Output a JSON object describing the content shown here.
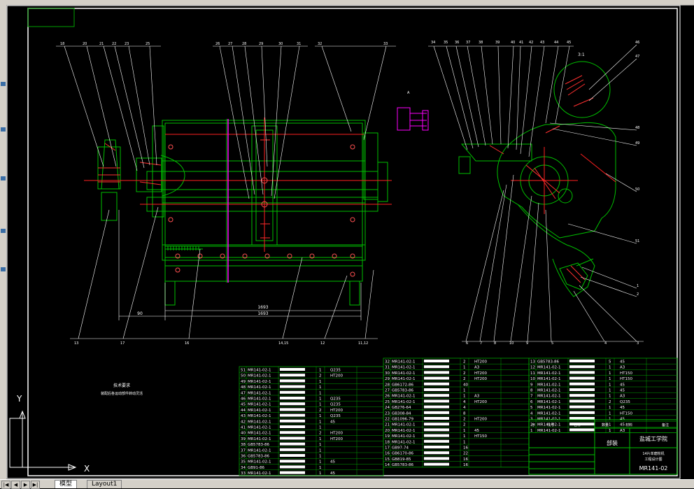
{
  "window": {
    "title": ""
  },
  "colors": {
    "background": "#000000",
    "frame": "#ffffff",
    "geometry": "#00c000",
    "centerline": "#ff2020",
    "section": "#ff00ff",
    "dimension": "#00ffff",
    "table_line": "#00a000",
    "text": "#ffffff"
  },
  "tech_requirements": {
    "title": "技术要求",
    "body": "装配后各运动部件转动灵活"
  },
  "dimensions": {
    "overall_length": "1693",
    "inner_length": "1693",
    "offset": "90"
  },
  "view_label": {
    "section": "A"
  },
  "section_mark": "3:1",
  "balloons_top_left": [
    "18",
    "20",
    "21",
    "22",
    "23",
    "25"
  ],
  "balloons_top_mid": [
    "26",
    "27",
    "28",
    "29",
    "30",
    "31",
    "32",
    "33"
  ],
  "balloons_bottom_left": [
    "13",
    "17",
    "16",
    "14,15",
    "12",
    "11,12"
  ],
  "balloons_right_top": [
    "34",
    "35",
    "36",
    "37",
    "38",
    "39",
    "40",
    "41",
    "42",
    "43",
    "44",
    "45"
  ],
  "balloons_right_side": [
    "46",
    "47",
    "48",
    "49",
    "50",
    "51",
    "1",
    "2",
    "3",
    "4",
    "5"
  ],
  "balloons_right_bottom": [
    "6",
    "7",
    "8",
    "10",
    "9"
  ],
  "title_block": {
    "school": "盐城工学院",
    "drawing_type": "部装",
    "part_title": "14片单磨粉机",
    "part_subtitle": "工程设计图",
    "drawing_no": "MR141-02"
  },
  "bom_header": {
    "col_no": "序",
    "col_code": "代号",
    "col_name": "名称",
    "col_qty": "数量",
    "col_material": "材料",
    "col_remark": "备注"
  },
  "bom_col_a": [
    {
      "no": "51",
      "code": "MR141-02-1",
      "qty": "1",
      "mat": "Q235",
      "rm": ""
    },
    {
      "no": "50",
      "code": "MR141-02-1",
      "qty": "2",
      "mat": "HT200",
      "rm": ""
    },
    {
      "no": "49",
      "code": "MR141-02-1",
      "qty": "1",
      "mat": "",
      "rm": ""
    },
    {
      "no": "48",
      "code": "MR141-02-1",
      "qty": "1",
      "mat": "",
      "rm": ""
    },
    {
      "no": "47",
      "code": "MR141-02-1",
      "qty": "1",
      "mat": "",
      "rm": ""
    },
    {
      "no": "46",
      "code": "MR141-02-1",
      "qty": "1",
      "mat": "Q235",
      "rm": ""
    },
    {
      "no": "45",
      "code": "MR141-02-1",
      "qty": "1",
      "mat": "Q235",
      "rm": ""
    },
    {
      "no": "44",
      "code": "MR141-02-1",
      "qty": "2",
      "mat": "HT200",
      "rm": ""
    },
    {
      "no": "43",
      "code": "MR141-02-1",
      "qty": "1",
      "mat": "Q235",
      "rm": ""
    },
    {
      "no": "42",
      "code": "MR141-02-1",
      "qty": "1",
      "mat": "45",
      "rm": ""
    },
    {
      "no": "41",
      "code": "MR141-02-1",
      "qty": "1",
      "mat": "",
      "rm": ""
    },
    {
      "no": "40",
      "code": "MR141-02-1",
      "qty": "2",
      "mat": "HT200",
      "rm": ""
    },
    {
      "no": "39",
      "code": "MR141-02-1",
      "qty": "1",
      "mat": "HT200",
      "rm": ""
    },
    {
      "no": "38",
      "code": "GB5783-86",
      "qty": "1",
      "mat": "",
      "rm": ""
    },
    {
      "no": "37",
      "code": "MR141-02-1",
      "qty": "1",
      "mat": "",
      "rm": ""
    },
    {
      "no": "36",
      "code": "GB5783-86",
      "qty": "1",
      "mat": "",
      "rm": ""
    },
    {
      "no": "35",
      "code": "MR141-02-1",
      "qty": "1",
      "mat": "45",
      "rm": ""
    },
    {
      "no": "34",
      "code": "GB91-86",
      "qty": "1",
      "mat": "",
      "rm": ""
    },
    {
      "no": "33",
      "code": "MR141-02-1",
      "qty": "1",
      "mat": "45",
      "rm": ""
    }
  ],
  "bom_col_b": [
    {
      "no": "32",
      "code": "MR141-02-1",
      "qty": "2",
      "mat": "HT200"
    },
    {
      "no": "31",
      "code": "MR141-02-1",
      "qty": "1",
      "mat": "A3"
    },
    {
      "no": "30",
      "code": "MR141-02-1",
      "qty": "2",
      "mat": "HT200"
    },
    {
      "no": "29",
      "code": "MR141-02-1",
      "qty": "2",
      "mat": "HT200"
    },
    {
      "no": "28",
      "code": "GB6172-86",
      "qty": "40",
      "mat": ""
    },
    {
      "no": "27",
      "code": "GB5783-86",
      "qty": "1",
      "mat": ""
    },
    {
      "no": "26",
      "code": "MR141-02-1",
      "qty": "1",
      "mat": "A3"
    },
    {
      "no": "25",
      "code": "MR141-02-1",
      "qty": "4",
      "mat": "HT200"
    },
    {
      "no": "24",
      "code": "GB276-64",
      "qty": "4",
      "mat": ""
    },
    {
      "no": "23",
      "code": "GB308-84",
      "qty": "8",
      "mat": ""
    },
    {
      "no": "22",
      "code": "GB1096-79",
      "qty": "2",
      "mat": "HT200"
    },
    {
      "no": "21",
      "code": "MR141-02-1",
      "qty": "2",
      "mat": ""
    },
    {
      "no": "20",
      "code": "MR141-02-1",
      "qty": "1",
      "mat": "45"
    },
    {
      "no": "19",
      "code": "MR141-02-1",
      "qty": "1",
      "mat": "HT150"
    },
    {
      "no": "18",
      "code": "MR141-02-1",
      "qty": "1",
      "mat": ""
    },
    {
      "no": "17",
      "code": "GB97-74",
      "qty": "16",
      "mat": ""
    },
    {
      "no": "16",
      "code": "GB6170-86",
      "qty": "22",
      "mat": ""
    },
    {
      "no": "15",
      "code": "GB819-85",
      "qty": "16",
      "mat": ""
    },
    {
      "no": "14",
      "code": "GB5783-86",
      "qty": "16",
      "mat": ""
    }
  ],
  "bom_col_c": [
    {
      "no": "13",
      "code": "GB5783-86",
      "qty": "5",
      "mat": "45"
    },
    {
      "no": "12",
      "code": "MR141-02-1",
      "qty": "1",
      "mat": "A3"
    },
    {
      "no": "11",
      "code": "MR141-02-1",
      "qty": "1",
      "mat": "HT150"
    },
    {
      "no": "10",
      "code": "MR141-02-1",
      "qty": "1",
      "mat": "HT150"
    },
    {
      "no": "9",
      "code": "MR141-02-1",
      "qty": "1",
      "mat": "45"
    },
    {
      "no": "8",
      "code": "MR141-02-1",
      "qty": "1",
      "mat": "45"
    },
    {
      "no": "7",
      "code": "MR141-02-1",
      "qty": "1",
      "mat": "A3"
    },
    {
      "no": "6",
      "code": "MR141-02-1",
      "qty": "2",
      "mat": "Q235"
    },
    {
      "no": "5",
      "code": "MR141-02-1",
      "qty": "1",
      "mat": "45"
    },
    {
      "no": "4",
      "code": "MR141-02-1",
      "qty": "1",
      "mat": "HT150"
    },
    {
      "no": "3",
      "code": "MR141-02-1",
      "qty": "1",
      "mat": "45"
    },
    {
      "no": "2",
      "code": "MR141-02-1",
      "qty": "1",
      "mat": "45"
    },
    {
      "no": "1",
      "code": "MR141-02-1",
      "qty": "1",
      "mat": "A3"
    }
  ],
  "ucs": {
    "y_label": "Y",
    "x_label": "X"
  },
  "tabs": {
    "model": "模型",
    "layout": "Layout1"
  }
}
